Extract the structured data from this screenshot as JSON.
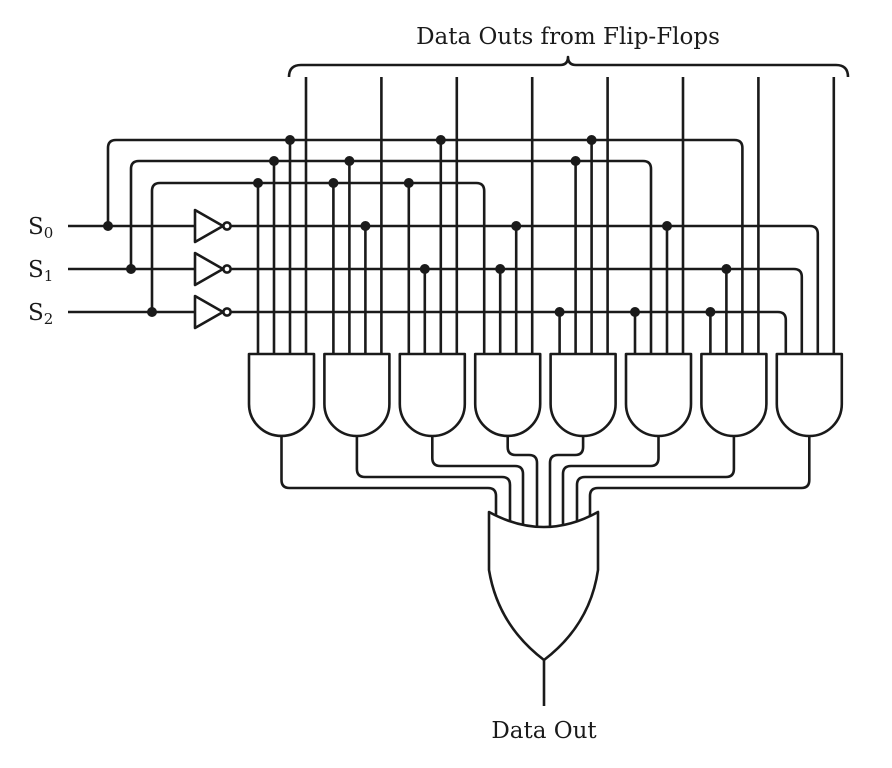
{
  "title": "Data Outs from Flip-Flops",
  "output_label": "Data Out",
  "select_inputs": [
    {
      "base": "S",
      "sub": "0"
    },
    {
      "base": "S",
      "sub": "1"
    },
    {
      "base": "S",
      "sub": "2"
    }
  ],
  "components": {
    "inverters": 3,
    "and_gates": 8,
    "or_gates": 1,
    "data_inputs": 8
  },
  "and_gate_terms": [
    [
      "S2",
      "S1",
      "S0"
    ],
    [
      "S2",
      "S1",
      "not S0"
    ],
    [
      "S2",
      "not S1",
      "S0"
    ],
    [
      "S2",
      "not S1",
      "not S0"
    ],
    [
      "not S2",
      "S1",
      "S0"
    ],
    [
      "not S2",
      "S1",
      "not S0"
    ],
    [
      "not S2",
      "not S1",
      "S0"
    ],
    [
      "not S2",
      "not S1",
      "not S0"
    ]
  ],
  "colors": {
    "ink": "#1a1a1a",
    "background": "#ffffff"
  }
}
